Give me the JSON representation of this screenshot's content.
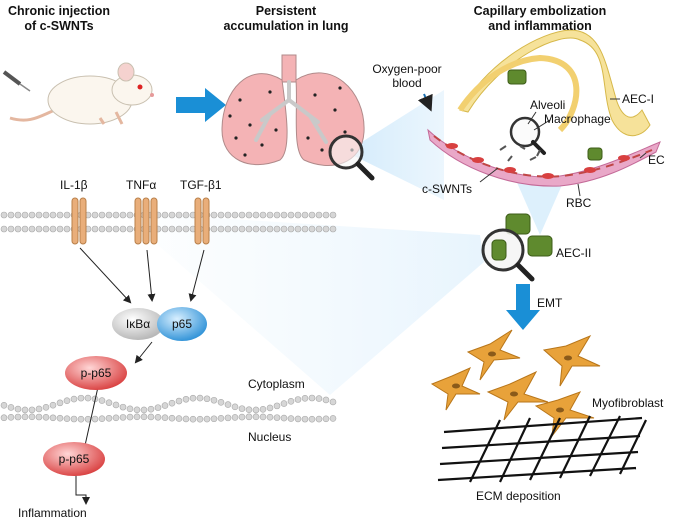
{
  "headers": {
    "col1_line1": "Chronic injection",
    "col1_line2": "of c-SWNTs",
    "col2_line1": "Persistent",
    "col2_line2": "accumulation in lung",
    "col3_line1": "Capillary embolization",
    "col3_line2": "and inflammation"
  },
  "capillary_labels": {
    "oxygen_line1": "Oxygen-poor",
    "oxygen_line2": "blood",
    "alveoli": "Alveoli",
    "macrophage": "Macrophage",
    "aec1": "AEC-I",
    "ec": "EC",
    "c_swnts": "c-SWNTs",
    "rbc": "RBC",
    "aec2": "AEC-II"
  },
  "pathway": {
    "receptors": [
      "IL-1β",
      "TNFα",
      "TGF-β1"
    ],
    "ikba": "IκBα",
    "p65": "p65",
    "pp65_cyto": "p-p65",
    "pp65_nuc": "p-p65",
    "cytoplasm": "Cytoplasm",
    "nucleus": "Nucleus",
    "outcome": "Inflammation"
  },
  "fibrosis": {
    "emt": "EMT",
    "myofibroblast": "Myofibroblast",
    "ecm": "ECM deposition"
  },
  "colors": {
    "arrow_blue": "#1a8fd6",
    "lung_pink": "#f4b3b5",
    "receptor_orange": "#e9ae7a",
    "ikba_gray": "#c4c4c4",
    "p65_blue": "#5ab2e8",
    "pp65_red": "#e55a5a",
    "myofibroblast_orange": "#e8a23a",
    "aec_green": "#5f8a2e"
  }
}
